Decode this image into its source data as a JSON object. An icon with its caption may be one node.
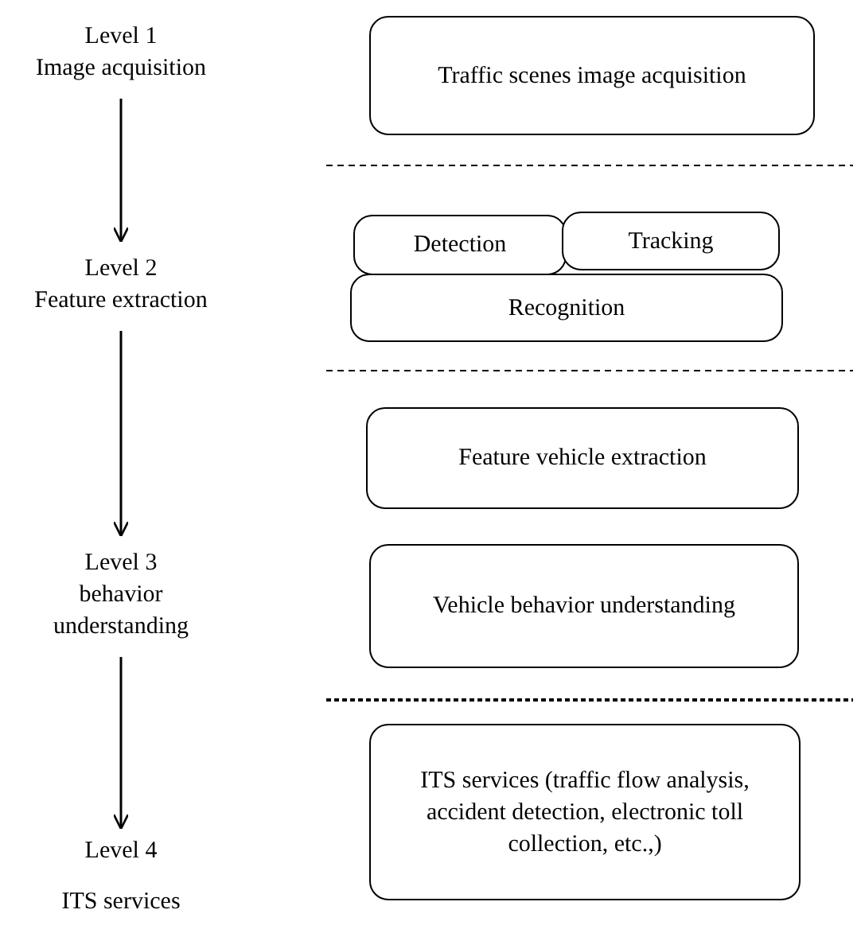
{
  "diagram": {
    "nodes": [
      {
        "text": [
          "Level 1",
          "Image acquisition"
        ]
      },
      {
        "text": [
          "Traffic scenes image acquisition"
        ]
      },
      {
        "text": [
          "Level 2",
          "Feature extraction"
        ]
      },
      {
        "text": [
          "Detection"
        ]
      },
      {
        "text": [
          "Tracking"
        ]
      },
      {
        "text": [
          "Recognition"
        ]
      },
      {
        "text": [
          "Feature vehicle extraction"
        ]
      },
      {
        "text": [
          "Level 3",
          "behavior understanding"
        ]
      },
      {
        "text": [
          "Vehicle behavior understanding"
        ]
      },
      {
        "text": [
          "Level 4",
          "ITS services"
        ]
      },
      {
        "text": [
          "ITS services (traffic flow analysis, accident detection, electronic toll collection, etc.,)"
        ]
      }
    ],
    "edges": [
      {
        "from": 0,
        "to": 2,
        "arrow": "to"
      },
      {
        "from": 2,
        "to": 7,
        "arrow": "to"
      },
      {
        "from": 7,
        "to": 9,
        "arrow": "to"
      }
    ]
  }
}
